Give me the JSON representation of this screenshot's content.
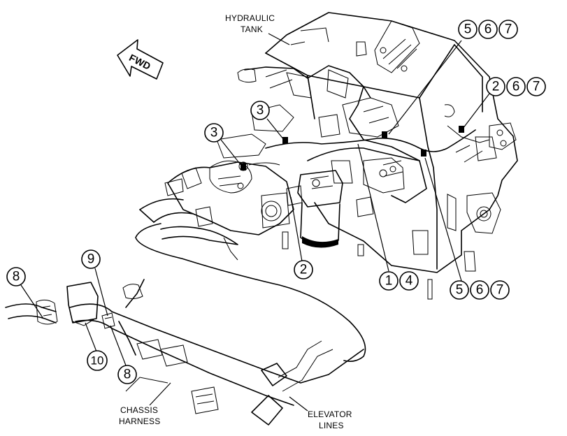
{
  "labels": {
    "fwd": "FWD",
    "hydraulic_tank_line1": "HYDRAULIC",
    "hydraulic_tank_line2": "TANK",
    "chassis_harness_line1": "CHASSIS",
    "chassis_harness_line2": "HARNESS",
    "elevator_lines_line1": "ELEVATOR",
    "elevator_lines_line2": "LINES"
  },
  "callouts": {
    "c567_top": [
      "5",
      "6",
      "7"
    ],
    "c267": [
      "2",
      "6",
      "7"
    ],
    "c3_upper": "3",
    "c3_left": "3",
    "c2_filter": "2",
    "c14": [
      "1",
      "4"
    ],
    "c567_bottom": [
      "5",
      "6",
      "7"
    ],
    "c9": "9",
    "c8_left": "8",
    "c8_bottom": "8",
    "c10": "10"
  }
}
